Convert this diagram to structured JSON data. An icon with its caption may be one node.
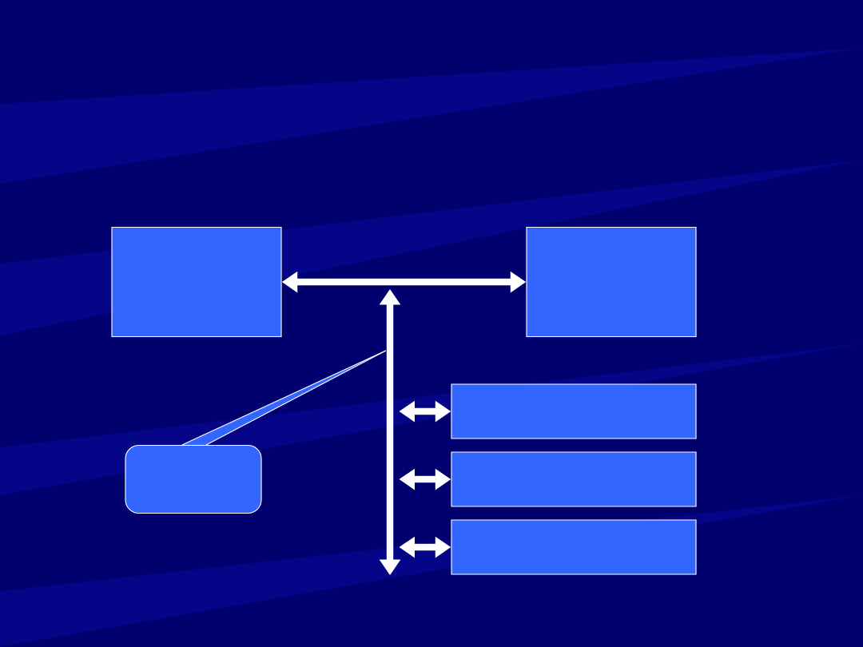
{
  "diagram": {
    "nodes": [
      {
        "text": [],
        "shape": "box"
      },
      {
        "text": [],
        "shape": "box"
      },
      {
        "text": [],
        "shape": "bar"
      },
      {
        "text": [],
        "shape": "box"
      },
      {
        "text": [],
        "shape": "box"
      },
      {
        "text": [],
        "shape": "box"
      },
      {
        "text": [],
        "shape": "callout"
      }
    ],
    "edges": [
      {
        "from": 0,
        "to": 1,
        "arrow": "both"
      },
      {
        "from": 2,
        "to": 3,
        "arrow": "both"
      },
      {
        "from": 2,
        "to": 4,
        "arrow": "both"
      },
      {
        "from": 2,
        "to": 5,
        "arrow": "both"
      },
      {
        "from": 6,
        "to": 2,
        "arrow": "none"
      }
    ]
  }
}
